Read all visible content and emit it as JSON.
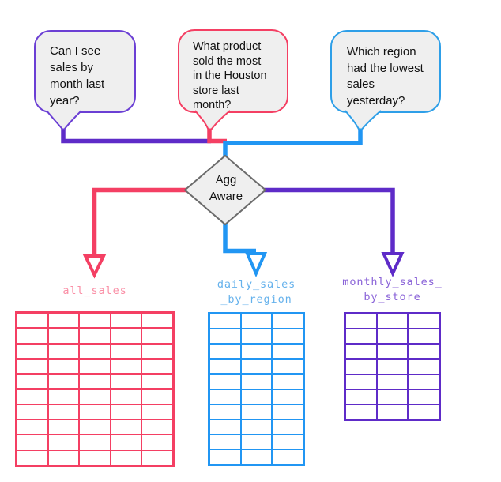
{
  "palette": {
    "purple": "#5e2bc8",
    "pink": "#f43f63",
    "blue": "#2196f3",
    "gray_fill": "#efefef",
    "gray_border": "#6b6b6b"
  },
  "questions": [
    {
      "lines": [
        "Can I see",
        "sales by",
        "month last",
        "year?"
      ],
      "color": "#6b3fd4"
    },
    {
      "lines": [
        "What product",
        "sold the most",
        "in the Houston",
        "store last",
        "month?"
      ],
      "color": "#f43f63"
    },
    {
      "lines": [
        "Which region",
        "had the lowest",
        "sales",
        "yesterday?"
      ],
      "color": "#2e9fe8"
    }
  ],
  "decision": {
    "lines": [
      "Agg",
      "Aware"
    ]
  },
  "tables": [
    {
      "name": "all_sales",
      "label_lines": [
        "all_sales"
      ],
      "color": "#f43f63",
      "label_color": "#fa8fa6",
      "columns": 5,
      "rows": 10
    },
    {
      "name": "daily_sales_by_region",
      "label_lines": [
        "daily_sales",
        "_by_region"
      ],
      "color": "#2196f3",
      "label_color": "#66b2ec",
      "columns": 3,
      "rows": 10
    },
    {
      "name": "monthly_sales_by_store",
      "label_lines": [
        "monthly_sales_",
        "by_store"
      ],
      "color": "#5e2bc8",
      "label_color": "#8a63d8",
      "columns": 3,
      "rows": 7
    }
  ]
}
